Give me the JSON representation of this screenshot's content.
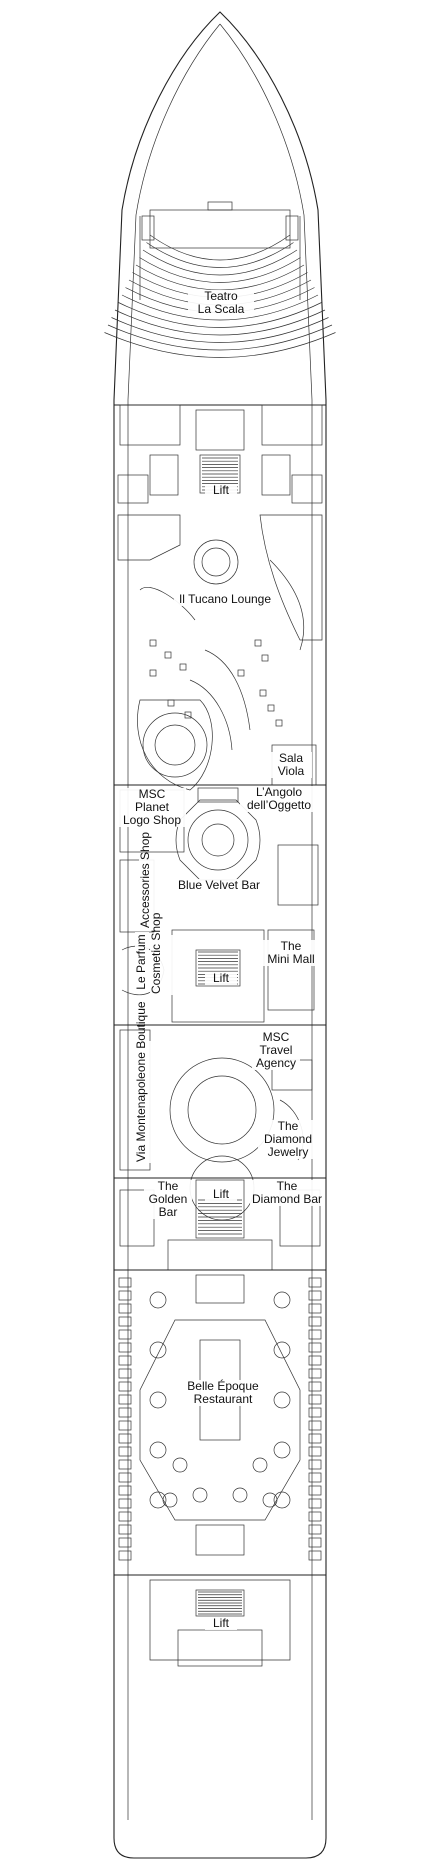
{
  "labels": {
    "teatro": "Teatro\nLa Scala",
    "lift_fwd": "Lift",
    "tucano": "Il Tucano Lounge",
    "sala_viola": "Sala\nViola",
    "msc_planet": "MSC\nPlanet\nLogo Shop",
    "angolo": "L’Angolo\ndell’Oggetto",
    "accessories": "Accessories\nShop",
    "blue_velvet": "Blue Velvet Bar",
    "le_parfum": "Le Parfum",
    "cosmetic": "Cosmetic\nShop",
    "mini_mall": "The\nMini Mall",
    "lift_mid": "Lift",
    "travel": "MSC\nTravel\nAgency",
    "montenapoleone": "Via Montenapoleone\nBoutique",
    "diamond_jewelry": "The\nDiamond\nJewelry",
    "golden_bar": "The\nGolden\nBar",
    "lift_aft1": "Lift",
    "diamond_bar": "The\nDiamond Bar",
    "belle_epoque": "Belle Époque\nRestaurant",
    "lift_aft2": "Lift"
  },
  "colors": {
    "line": "#222222",
    "background": "#ffffff"
  }
}
